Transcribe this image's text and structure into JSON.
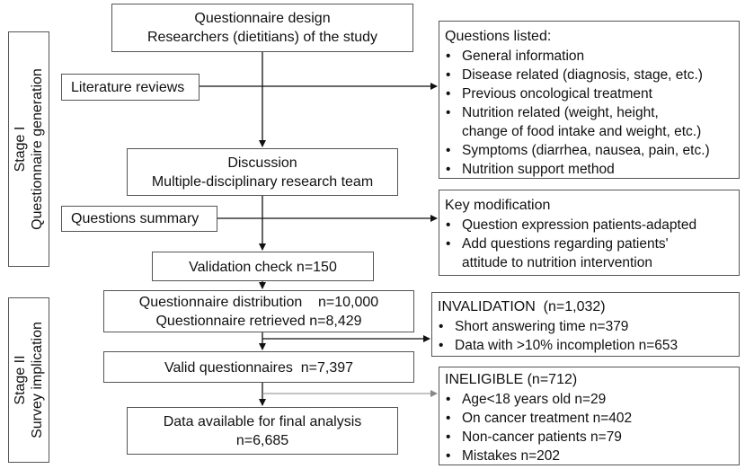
{
  "stages": {
    "stage1": {
      "line1": "Stage I",
      "line2": "Questionnaire generation"
    },
    "stage2": {
      "line1": "Stage II",
      "line2": "Survey implication"
    }
  },
  "boxes": {
    "design": {
      "line1": "Questionnaire design",
      "line2": "Researchers (dietitians) of the study"
    },
    "literature": {
      "label": "Literature reviews"
    },
    "discussion": {
      "line1": "Discussion",
      "line2": "Multiple-disciplinary research team"
    },
    "summary": {
      "label": "Questions summary"
    },
    "validation": {
      "label": "Validation check n=150"
    },
    "distribution": {
      "line1": "Questionnaire distribution    n=10,000",
      "line2": "Questionnaire retrieved n=8,429"
    },
    "valid": {
      "label": "Valid questionnaires  n=7,397"
    },
    "final": {
      "line1": "Data available for final analysis",
      "line2": "n=6,685"
    }
  },
  "panels": {
    "questions": {
      "title": "Questions listed:",
      "items": [
        "General information",
        "Disease related (diagnosis, stage, etc.)",
        "Previous oncological treatment",
        "Nutrition related (weight, height,",
        "change of food intake and weight, etc.)",
        "Symptoms (diarrhea, nausea, pain, etc.)",
        "Nutrition support method"
      ]
    },
    "modification": {
      "title": "Key modification",
      "items": [
        "Question expression patients-adapted",
        "Add questions regarding patients'",
        "attitude to nutrition intervention"
      ]
    },
    "invalidation": {
      "title": "INVALIDATION  (n=1,032)",
      "items": [
        "Short answering time      n=379",
        "Data with >10%  incompletion  n=653"
      ]
    },
    "ineligible": {
      "title": "INELIGIBLE (n=712)",
      "items": [
        "Age<18 years old              n=29",
        "On cancer treatment       n=402",
        "Non-cancer patients          n=79",
        "Mistakes          n=202"
      ]
    }
  }
}
